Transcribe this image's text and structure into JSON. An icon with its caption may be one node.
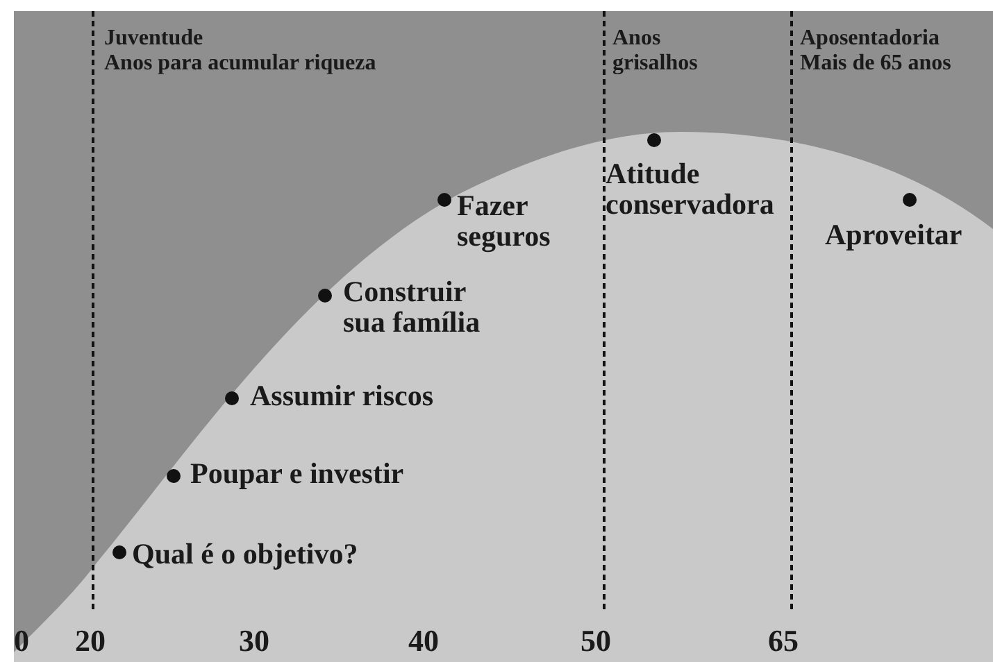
{
  "diagram": {
    "labels": [
      "Juventude",
      "Anos para acumular riqueza",
      "Anos",
      "grisalhos",
      "Aposentadoria",
      "Mais de 65 anos",
      "Qual é o objetivo?",
      "Poupar e investir",
      "Assumir riscos",
      "Construir sua família",
      "Fazer seguros",
      "Atitude conservadora",
      "Aproveitar",
      "0",
      "20",
      "30",
      "40",
      "50",
      "65"
    ]
  }
}
